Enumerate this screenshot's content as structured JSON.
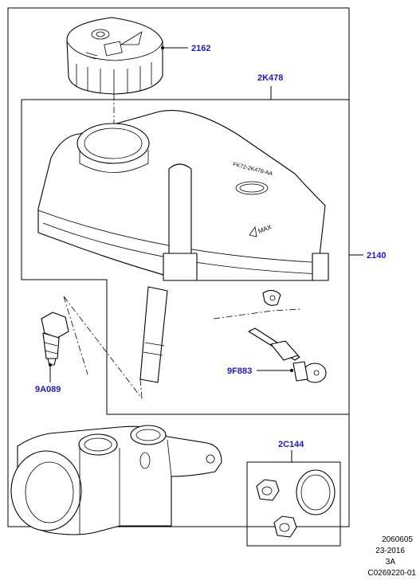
{
  "callouts": {
    "cap": "2162",
    "reservoir": "2K478",
    "assembly": "2140",
    "pin": "9F883",
    "plug": "9A089",
    "seal_kit": "2C144"
  },
  "reference": {
    "line1": "2060605",
    "line2": "23-2016",
    "line3": "3A",
    "line4": "C0269220-01"
  },
  "reservoir_text": {
    "part_number": "FK72-2K478-AA",
    "max_label": "MAX"
  }
}
